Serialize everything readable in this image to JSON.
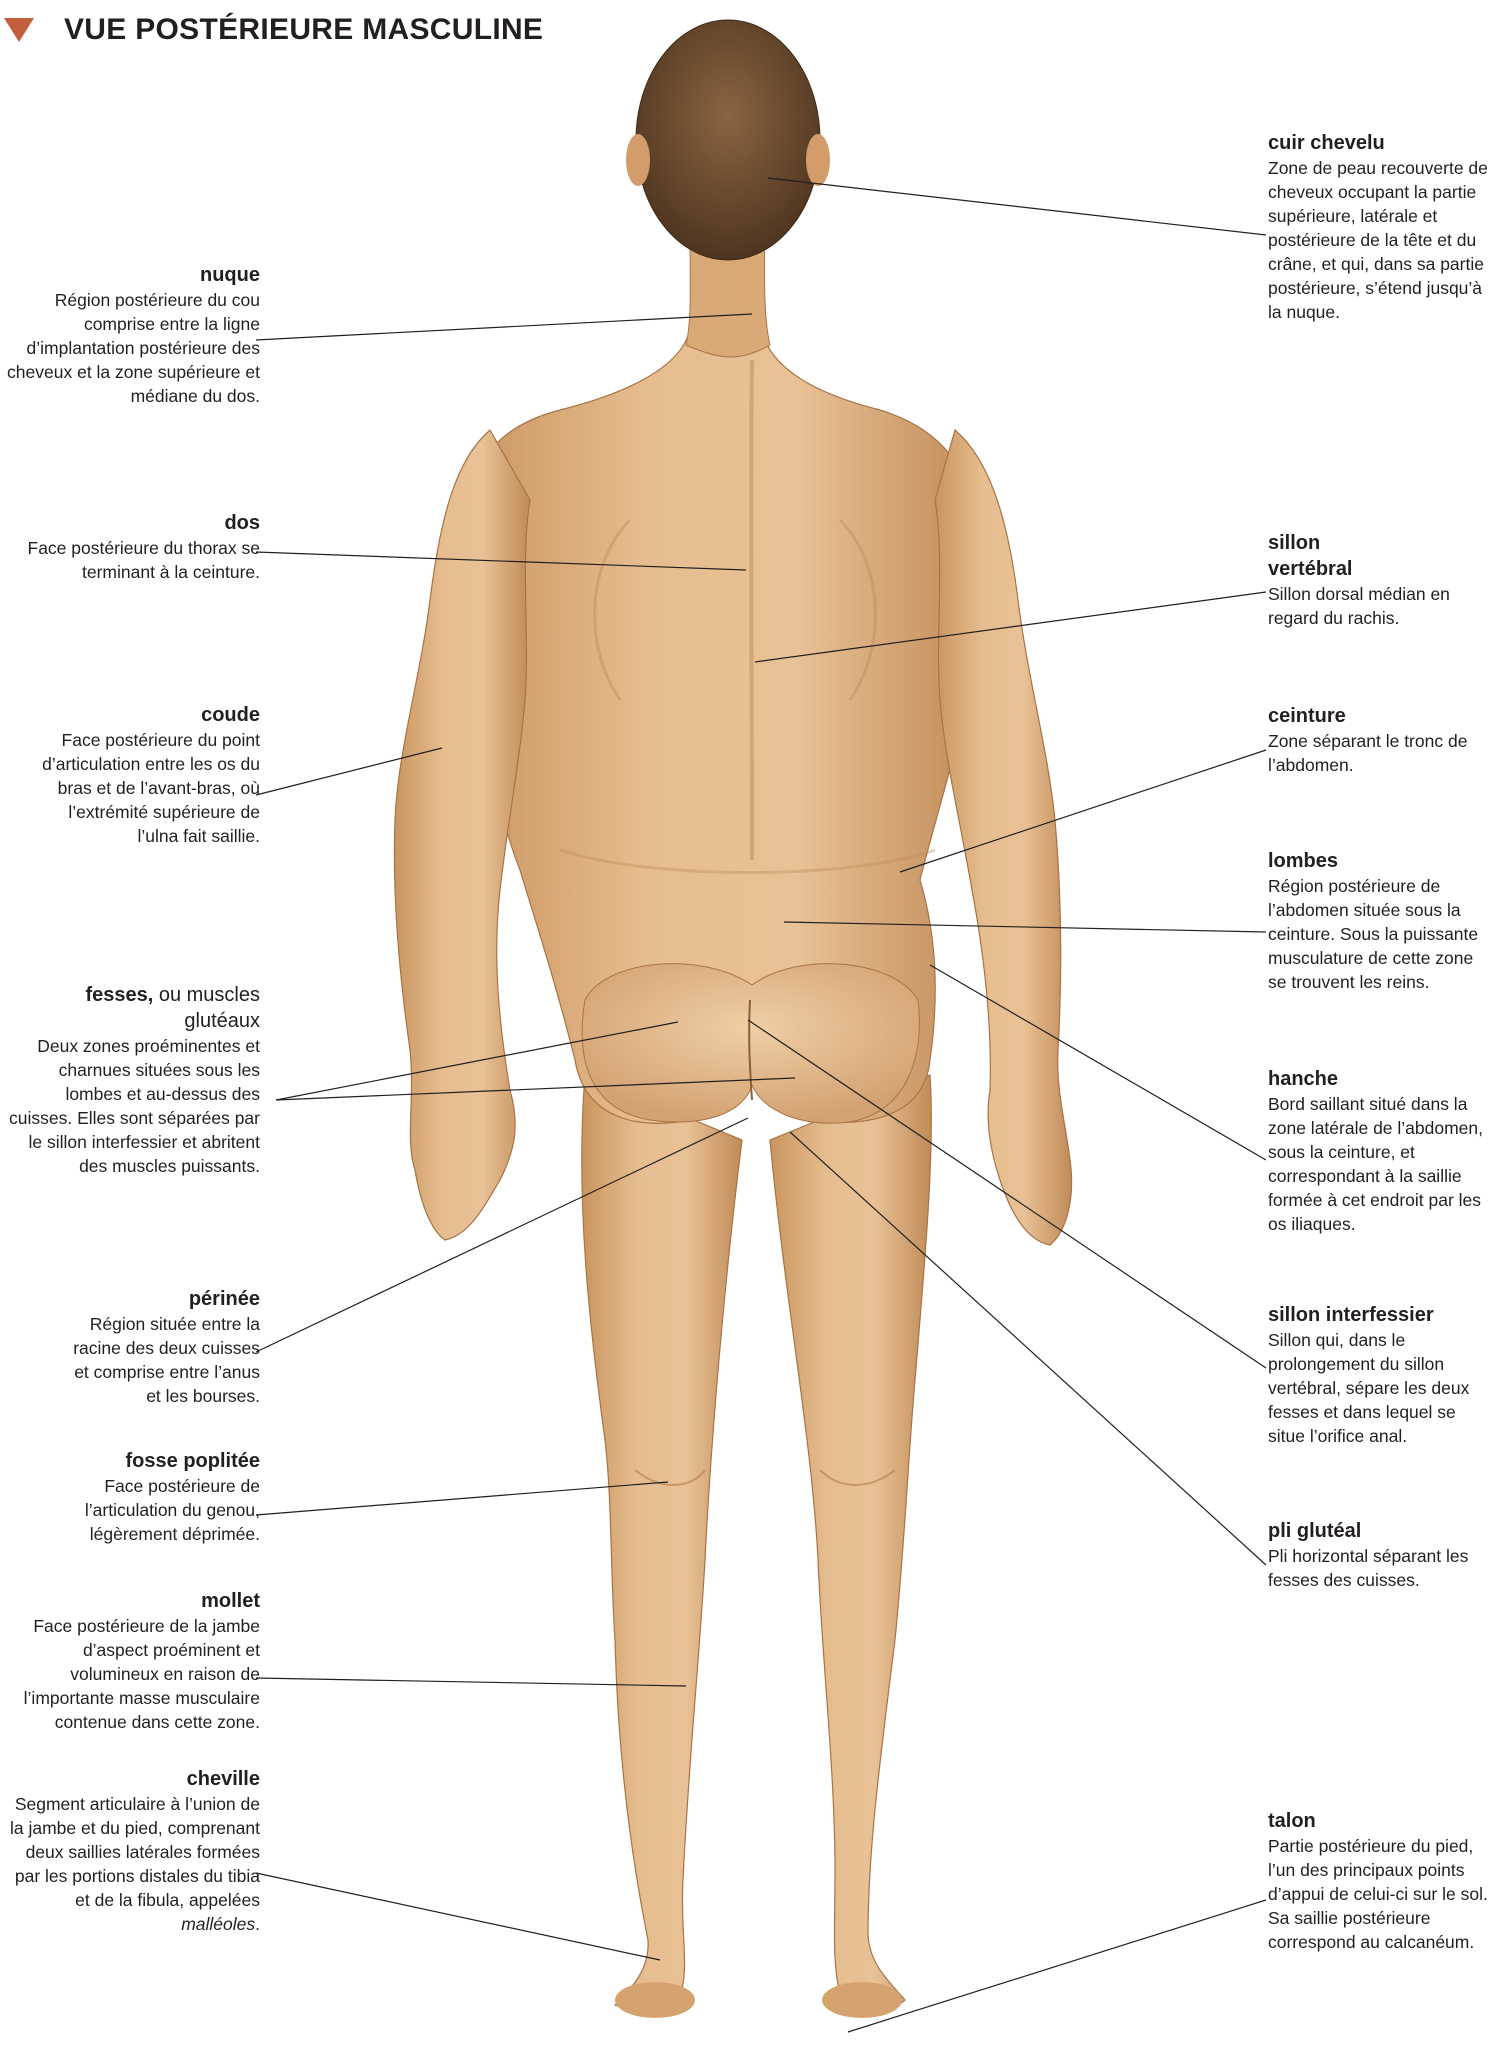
{
  "title": "VUE POSTÉRIEURE MASCULINE",
  "colors": {
    "accent": "#c2603e",
    "skin": "#e3b98c",
    "skin_dark": "#b98757",
    "hair": "#6b4a2c",
    "leader": "#231f20"
  },
  "labels": {
    "nuque": {
      "term": "nuque",
      "desc": "Région postérieure du cou comprise entre la ligne d’implantation postérieure des cheveux et la zone supérieure et médiane du dos."
    },
    "dos": {
      "term": "dos",
      "desc": "Face postérieure du thorax se terminant à la ceinture."
    },
    "coude": {
      "term": "coude",
      "desc": "Face postérieure du point d’articulation entre les os du bras et de l’avant-bras, où l’extrémité supérieure de l’ulna fait saillie."
    },
    "fesses": {
      "term": "fesses,",
      "term_extra": " ou muscles",
      "term2": "glutéaux",
      "desc": "Deux zones proéminentes et charnues situées sous les lombes et au-dessus des cuisses. Elles sont séparées par le sillon interfessier et abritent des muscles puissants."
    },
    "perinee": {
      "term": "périnée",
      "desc": "Région située entre la racine des deux cuisses et comprise entre l’anus et les bourses."
    },
    "fosse": {
      "term": "fosse poplitée",
      "desc": "Face postérieure de l’articulation du genou, légèrement déprimée."
    },
    "mollet": {
      "term": "mollet",
      "desc": "Face postérieure de la jambe d’aspect proéminent et volumineux en raison de l’importante masse musculaire contenue dans cette zone."
    },
    "cheville": {
      "term": "cheville",
      "desc": "Segment articulaire à l’union de la jambe et du pied, comprenant deux saillies latérales formées par les portions distales du tibia et de la fibula, appelées ",
      "desc_italic": "malléoles",
      "desc_end": "."
    },
    "cuir": {
      "term": "cuir chevelu",
      "desc": "Zone de peau recouverte de cheveux occupant la partie supérieure, latérale et postérieure de la tête et du crâne, et qui, dans sa partie postérieure, s’étend jusqu’à la nuque."
    },
    "sillon_vert": {
      "term": "sillon",
      "term2": "vertébral",
      "desc": "Sillon dorsal médian en regard du rachis."
    },
    "ceinture": {
      "term": "ceinture",
      "desc": "Zone séparant le tronc de l’abdomen."
    },
    "lombes": {
      "term": "lombes",
      "desc": "Région postérieure de l’abdomen située sous la ceinture. Sous la puissante musculature de cette zone se trouvent les reins."
    },
    "hanche": {
      "term": "hanche",
      "desc": "Bord saillant situé dans la zone latérale de l’abdomen, sous la ceinture, et correspondant à la saillie formée à cet endroit par les os iliaques."
    },
    "sillon_inter": {
      "term": "sillon interfessier",
      "desc": "Sillon qui, dans le prolongement du sillon vertébral, sépare les deux fesses et dans lequel se situe l’orifice anal."
    },
    "pli": {
      "term": "pli glutéal",
      "desc": "Pli horizontal séparant les fesses des cuisses."
    },
    "talon": {
      "term": "talon",
      "desc": "Partie postérieure du pied, l’un des principaux points d’appui de celui-ci sur le sol. Sa saillie postérieure correspond au calcanéum."
    }
  }
}
